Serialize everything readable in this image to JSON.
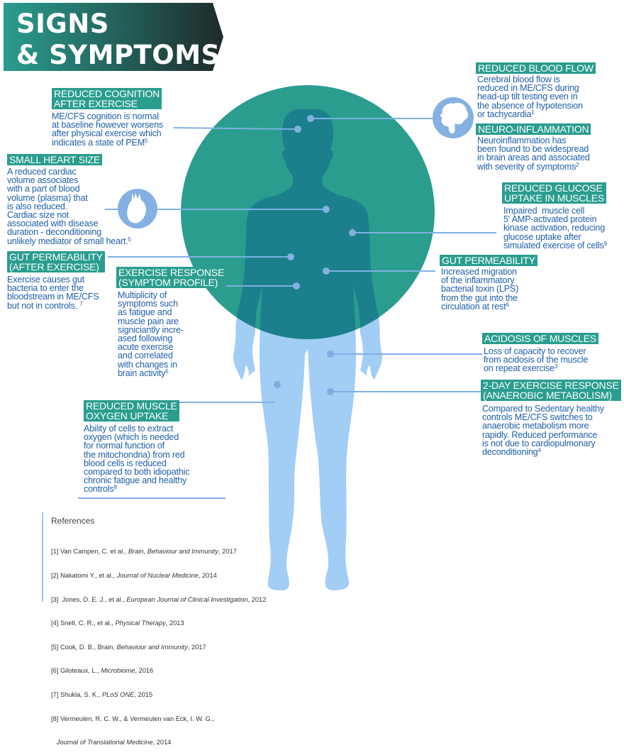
{
  "header": {
    "line1": "SIGNS",
    "line2": "& SYMPTOMS",
    "gradient_start": "#2a9d8f",
    "gradient_end": "#1e2a2a"
  },
  "colors": {
    "tag_bg": "#2a9d8f",
    "circle": "#2a9d8f",
    "body_upper": "#1b7f8c",
    "body_lower": "#a2cdf5",
    "text_blue": "#1f5fa8",
    "connector": "#7fb0e4",
    "dot": "#84b1e2"
  },
  "icons": {
    "brain": "brain-icon",
    "heart": "heart-icon"
  },
  "symptoms": {
    "cognition": {
      "title": "REDUCED COGNITION\nAFTER EXERCISE",
      "text": "ME/CFS cognition is normal\nat baseline however worsens\nafter physical exercise which\nindicates a state of PEM",
      "ref": "5"
    },
    "heart": {
      "title": "SMALL HEART SIZE",
      "text": "A reduced cardiac\nvolume associates\nwith a part of blood\nvolume (plasma) that\nis also reduced.\nCardiac size not\nassociated with disease\nduration - deconditioning\nunlikely mediator of small heart.",
      "ref": "5"
    },
    "gut_exercise": {
      "title": "GUT PERMEABILITY\n(AFTER EXERCISE)",
      "text": "Exercise causes gut\nbacteria to enter the\nbloodstream in ME/CFS\nbut not in controls. ",
      "ref": "7"
    },
    "exercise_response": {
      "title": "EXERCISE RESPONSE\n(SYMPTOM PROFILE)",
      "text": "Multiplicity of\nsymptoms such\nas fatigue and\nmuscle pain are\nsigniciantly incre-\nased following\nacute exercise\nand correlated\nwith changes in\nbrain activity",
      "ref": "5"
    },
    "muscle_oxygen": {
      "title": "REDUCED MUSCLE\nOXYGEN UPTAKE",
      "text": "Ability of cells to extract\noxygen (which is needed\nfor normal function of\nthe mitochondria) from red\nblood cells is reduced\ncompared to both idiopathic\nchronic fatigue and healthy\ncontrols",
      "ref": "8"
    },
    "blood_flow": {
      "title": "REDUCED BLOOD FLOW",
      "text": "Cerebral blood flow is\nreduced in ME/CFS during\nhead-up tilt testing even in\nthe absence of hypotension\nor tachycardia",
      "ref": "1"
    },
    "neuro": {
      "title": "NEURO-INFLAMMATION",
      "text": "Neuroinflammation has\nbeen found to be widespread\nin brain areas and associated\nwith severity of symptoms",
      "ref": "2"
    },
    "glucose": {
      "title": "REDUCED GLUCOSE\nUPTAKE IN MUSCLES",
      "text": "Impaired  muscle cell\n5' AMP-activated protein\nkinase activation, reducing\nglucose uptake after\nsimulated exercise of cells",
      "ref": "9"
    },
    "gut_rest": {
      "title": "GUT PERMEABILITY",
      "text": "Increased migration\nof the inflammatory\nbacterial toxin (LPS)\nfrom the gut into the\ncirculation at rest",
      "ref": "6"
    },
    "acidosis": {
      "title": "ACIDOSIS OF MUSCLES",
      "text": "Loss of capacity to recover\nfrom acidosis of the muscle\non repeat exercise",
      "ref": "3"
    },
    "anaerobic": {
      "title": "2-DAY EXERCISE RESPONSE\n(ANAEROBIC METABOLISM)",
      "text": "Compared to Sedentary healthy\ncontrols ME/CFS switches to\nanaerobic metabolism more\nrapidly. Reduced performance\nis not due to cardiopulmonary\ndeconditioning",
      "ref": "4"
    }
  },
  "references": {
    "title": "References",
    "items": [
      {
        "num": "[1]",
        "authors": "Van Campen, C. et al., ",
        "journal": "Brain, Behaviour and Immunity",
        "year": ", 2017"
      },
      {
        "num": "[2]",
        "authors": "Nakatomi Y., et al., ",
        "journal": "Journal of Nuclear Medicine",
        "year": ", 2014"
      },
      {
        "num": "[3]",
        "authors": " Jones, D. E. J., et al., ",
        "journal": "European Journal of Clinical Investigation",
        "year": ", 2012"
      },
      {
        "num": "[4]",
        "authors": "Snell, C. R., et al., ",
        "journal": "Physical Therapy",
        "year": ", 2013"
      },
      {
        "num": "[5]",
        "authors": "Cook, D. B., Brain, ",
        "journal": "Behaviour and Immunity",
        "year": ", 2017"
      },
      {
        "num": "[6]",
        "authors": "Giloteaux, L., ",
        "journal": "Microbiome",
        "year": ", 2016"
      },
      {
        "num": "[7]",
        "authors": "Shukla, S. K., ",
        "journal": "PLoS ONE",
        "year": ", 2015"
      },
      {
        "num": "[8]",
        "authors": "Vermeulen, R. C. W., & Vermeulen van Eck, I. W. G.,",
        "journal": "",
        "year": ""
      },
      {
        "num": "",
        "authors": "   ",
        "journal": "Journal of Translational Medicine",
        "year": ", 2014"
      }
    ]
  }
}
